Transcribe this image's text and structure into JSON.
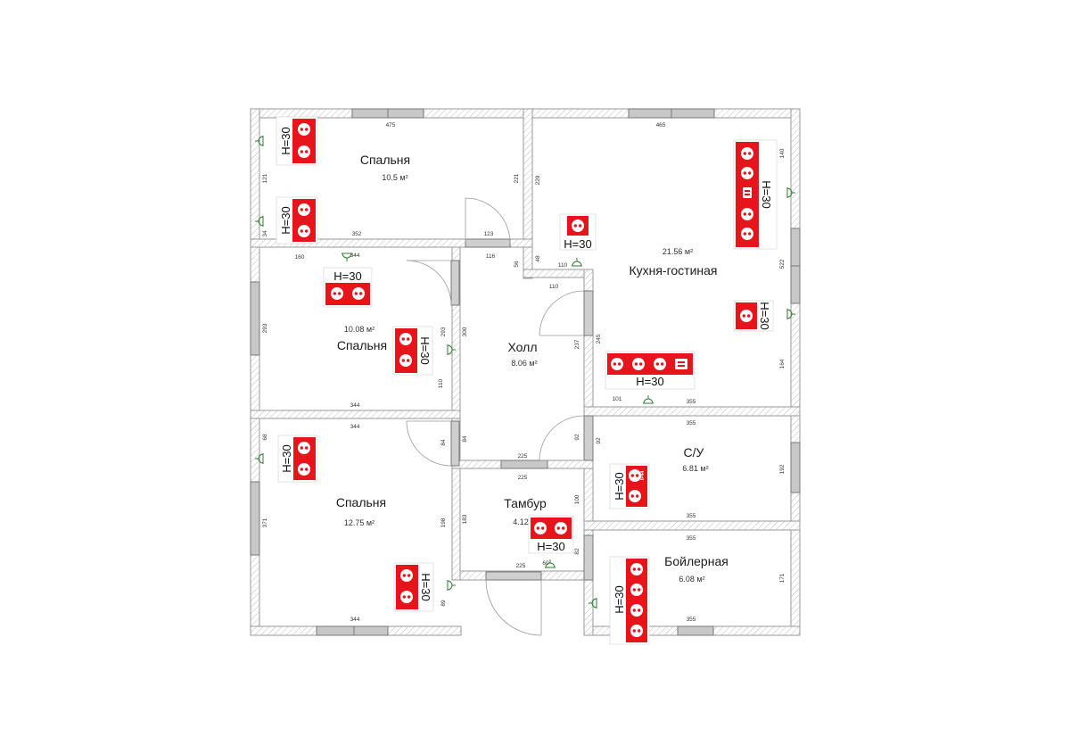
{
  "rooms": {
    "bedroom1": {
      "name": "Спальня",
      "area": "10.5 м²"
    },
    "bedroom2": {
      "name": "Спальня",
      "area": "10.08 м²"
    },
    "bedroom3": {
      "name": "Спальня",
      "area": "12.75 м²"
    },
    "kitchen": {
      "name": "Кухня-гостиная",
      "area": "21.56 м²"
    },
    "hall": {
      "name": "Холл",
      "area": "8.06 м²"
    },
    "vestibule": {
      "name": "Тамбур",
      "area": "4.12"
    },
    "bathroom": {
      "name": "С/У",
      "area": "6.81 м²"
    },
    "boiler": {
      "name": "Бойлерная",
      "area": "6.08 м²"
    }
  },
  "outlet_height_label": "H=30",
  "ip_label": "IP44",
  "dimensions": {
    "d475": "475",
    "d465": "465",
    "d221a": "221",
    "d229": "229",
    "d352": "352",
    "d123": "123",
    "d116": "116",
    "d56": "56",
    "d48": "48",
    "d110a": "110",
    "d110b": "110",
    "d344a": "344",
    "d160": "160",
    "d293a": "293",
    "d293b": "293",
    "d300": "300",
    "d110c": "110",
    "d344b": "344",
    "d237": "237",
    "d245": "245",
    "d101": "101",
    "d355a": "355",
    "d355b": "355",
    "d344c": "344",
    "d84a": "84",
    "d84b": "84",
    "d225a": "225",
    "d225b": "225",
    "d92a": "92",
    "d92b": "92",
    "d192": "192",
    "d371": "371",
    "d198": "198",
    "d183": "183",
    "d100": "100",
    "d355c": "355",
    "d355d": "355",
    "d82": "82",
    "d60": "60",
    "d225c": "225",
    "d171": "171",
    "d89": "89",
    "d344d": "344",
    "d355e": "355",
    "d140": "140",
    "d522": "522",
    "d164": "164",
    "d121": "121",
    "d68": "68",
    "d34": "34"
  },
  "colors": {
    "outlet": "#e8141b",
    "switch": "#2e7d32",
    "wall": "#9a9a9a"
  }
}
